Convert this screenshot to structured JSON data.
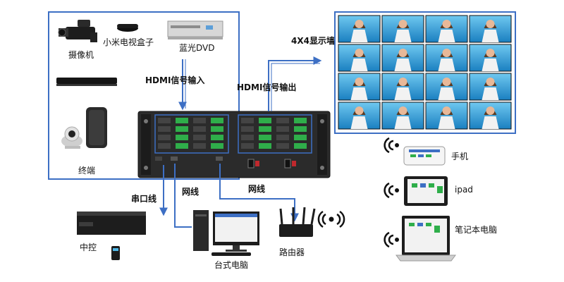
{
  "labels": {
    "camera": "摄像机",
    "mibox": "小米电视盒子",
    "bluray": "蓝光DVD",
    "terminal": "终端",
    "hdmi_in": "HDMI信号输入",
    "hdmi_out": "HDMI信号输出",
    "wall": "4X4显示墙",
    "serial": "串口线",
    "net1": "网线",
    "net2": "网线",
    "control": "中控",
    "desktop": "台式电脑",
    "router": "路由器",
    "phone": "手机",
    "ipad": "ipad",
    "laptop": "笔记本电脑"
  },
  "video_wall": {
    "rows": 4,
    "cols": 4
  },
  "colors": {
    "line": "#3d6fc4",
    "device_dark": "#2a2a2a",
    "device_panel": "#1a1a1a",
    "accent_green": "#2fae4a",
    "accent_red": "#c0282d",
    "wall_bg": "#2a9fd8"
  },
  "icons": [
    "camcorder-icon",
    "tv-box-icon",
    "dvd-player-icon",
    "media-player-icon",
    "conference-terminal-icon",
    "matrix-switcher-icon",
    "central-control-icon",
    "remote-icon",
    "desktop-computer-icon",
    "router-icon",
    "wifi-icon",
    "phone-icon",
    "tablet-icon",
    "laptop-icon"
  ]
}
